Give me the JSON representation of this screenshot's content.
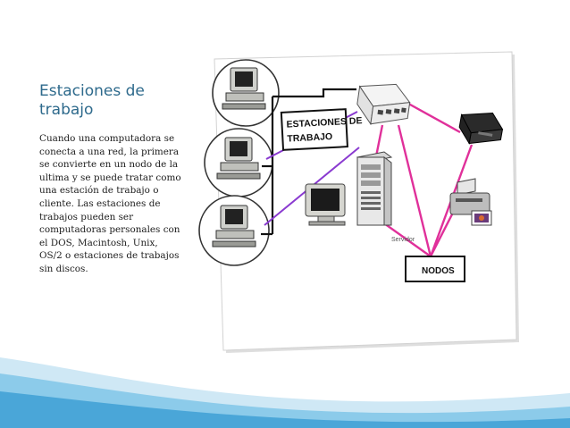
{
  "slide": {
    "title": "Estaciones de trabajo",
    "body": "Cuando una computadora se conecta a una red, la primera se convierte en un nodo de la ultima y se puede tratar como una estación de trabajo o cliente. Las estaciones de trabajos pueden ser computadoras personales con el DOS, Macintosh, Unix, OS/2 o estaciones de trabajos sin discos."
  },
  "diagram": {
    "workstations_label_line1": "ESTACIONES DE",
    "workstations_label_line2": "TRABAJO",
    "server_label": "Servidor",
    "nodes_label": "NODOS"
  },
  "colors": {
    "title": "#2e6a8c",
    "cable_pink": "#e0309a",
    "cable_purple": "#8a3ad0",
    "wave_blue": "#4aa6d8"
  }
}
